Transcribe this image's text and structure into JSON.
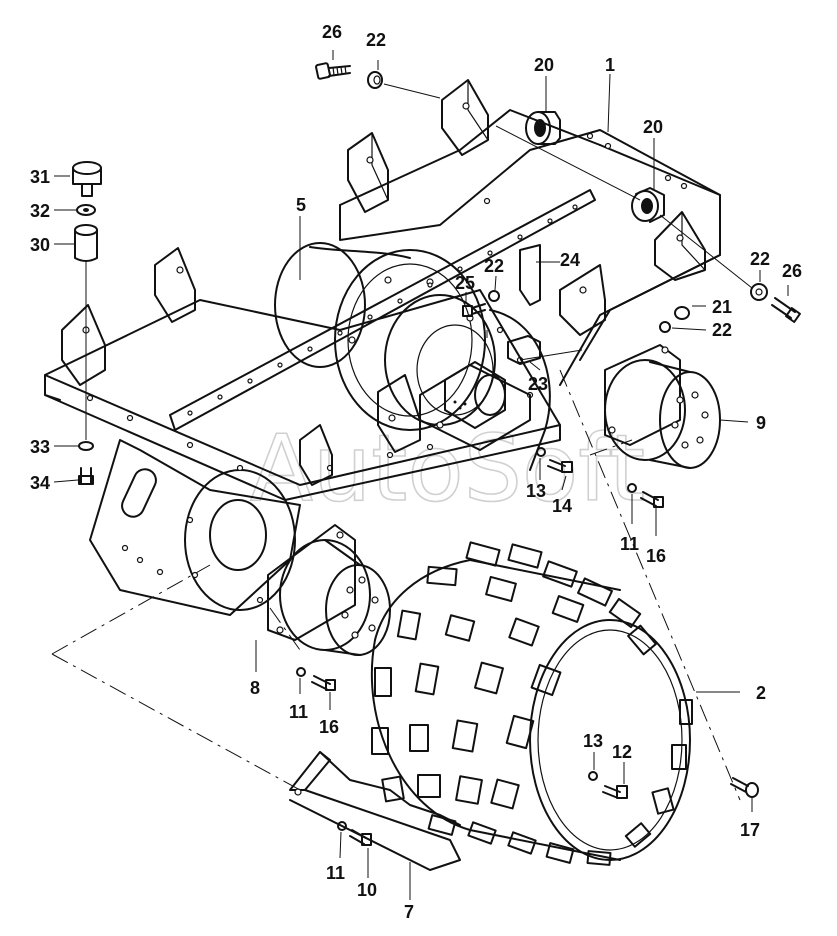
{
  "watermark": "AutoSoft",
  "callouts": [
    {
      "id": "c26a",
      "label": "26"
    },
    {
      "id": "c22a",
      "label": "22"
    },
    {
      "id": "c20a",
      "label": "20"
    },
    {
      "id": "c1",
      "label": "1"
    },
    {
      "id": "c20b",
      "label": "20"
    },
    {
      "id": "c31",
      "label": "31"
    },
    {
      "id": "c32",
      "label": "32"
    },
    {
      "id": "c30",
      "label": "30"
    },
    {
      "id": "c5",
      "label": "5"
    },
    {
      "id": "c22b",
      "label": "22"
    },
    {
      "id": "c24",
      "label": "24"
    },
    {
      "id": "c25",
      "label": "25"
    },
    {
      "id": "c22c",
      "label": "22"
    },
    {
      "id": "c26b",
      "label": "26"
    },
    {
      "id": "c21",
      "label": "21"
    },
    {
      "id": "c22d",
      "label": "22"
    },
    {
      "id": "c23",
      "label": "23"
    },
    {
      "id": "c9",
      "label": "9"
    },
    {
      "id": "c33",
      "label": "33"
    },
    {
      "id": "c34",
      "label": "34"
    },
    {
      "id": "c13a",
      "label": "13"
    },
    {
      "id": "c14",
      "label": "14"
    },
    {
      "id": "c11a",
      "label": "11"
    },
    {
      "id": "c16a",
      "label": "16"
    },
    {
      "id": "c8",
      "label": "8"
    },
    {
      "id": "c11b",
      "label": "11"
    },
    {
      "id": "c16b",
      "label": "16"
    },
    {
      "id": "c2",
      "label": "2"
    },
    {
      "id": "c13b",
      "label": "13"
    },
    {
      "id": "c12",
      "label": "12"
    },
    {
      "id": "c17",
      "label": "17"
    },
    {
      "id": "c11c",
      "label": "11"
    },
    {
      "id": "c10",
      "label": "10"
    },
    {
      "id": "c7",
      "label": "7"
    }
  ]
}
